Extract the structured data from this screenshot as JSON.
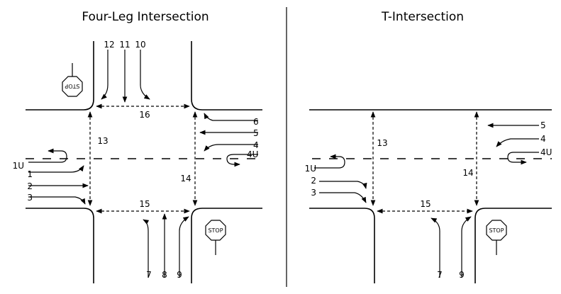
{
  "panels": {
    "left": {
      "title": "Four-Leg Intersection",
      "labels": {
        "m1": "1",
        "m1u": "1U",
        "m2": "2",
        "m3": "3",
        "m4": "4",
        "m4u": "4U",
        "m5": "5",
        "m6": "6",
        "m7": "7",
        "m8": "8",
        "m9": "9",
        "m10": "10",
        "m11": "11",
        "m12": "12",
        "p13": "13",
        "p14": "14",
        "p15": "15",
        "p16": "16"
      },
      "stop_signs": [
        "STOP",
        "STOP"
      ]
    },
    "right": {
      "title": "T-Intersection",
      "labels": {
        "m1u": "1U",
        "m2": "2",
        "m3": "3",
        "m4": "4",
        "m4u": "4U",
        "m5": "5",
        "m7": "7",
        "m9": "9",
        "p13": "13",
        "p14": "14",
        "p15": "15"
      },
      "stop_signs": [
        "STOP"
      ]
    }
  }
}
